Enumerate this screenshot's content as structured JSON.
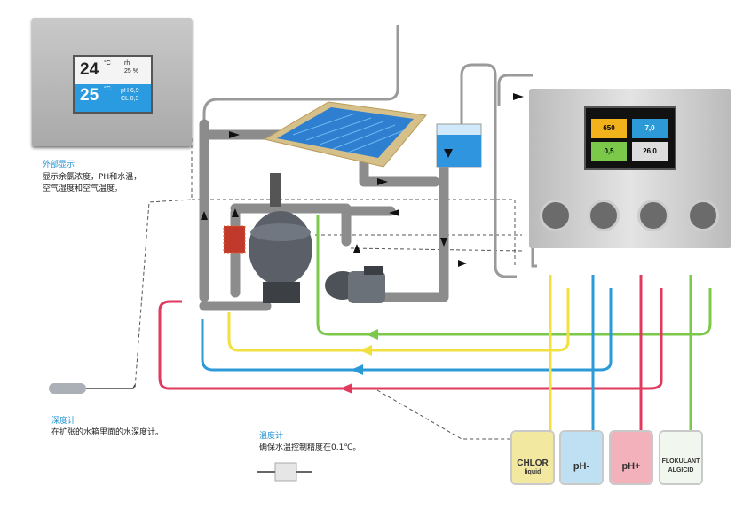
{
  "display_panel": {
    "temp_air": "24",
    "temp_air_unit": "°C",
    "rh_label": "rh",
    "humidity": "25 %",
    "temp_water": "25",
    "temp_water_unit": "°C",
    "ph": "pH 6,9",
    "cl": "CL 0,3"
  },
  "display_caption": {
    "title": "外部显示",
    "lines": [
      "显示余氯浓度，PH和水温，",
      "空气湿度和空气温度。"
    ]
  },
  "depth_caption": {
    "title": "深度计",
    "text": "在扩张的水箱里面的水深度计。"
  },
  "temp_caption": {
    "title": "温度计",
    "text": "确保水温控制精度在0.1℃。"
  },
  "controller": {
    "tiles": [
      "650",
      "7,0",
      "0,5",
      "26,0"
    ]
  },
  "canisters": [
    {
      "label_main": "CHLOR",
      "label_sub": "liquid",
      "color": "#f3e8a0",
      "line": "#f0e040"
    },
    {
      "label_main": "pH-",
      "label_sub": "",
      "color": "#bfe0f3",
      "line": "#2d9ad8"
    },
    {
      "label_main": "pH+",
      "label_sub": "",
      "color": "#f3b2bb",
      "line": "#e03a5e"
    },
    {
      "label_main": "FLOKULANT",
      "label_sub": "ALGICID",
      "color": "#f1f7ee",
      "line": "#7cc84a"
    }
  ]
}
